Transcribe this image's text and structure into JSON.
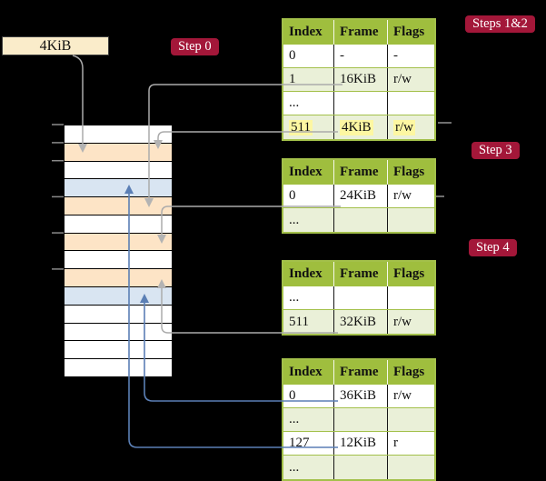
{
  "colors": {
    "page_bg": "#000000",
    "table_header_green": "#9fbe3e",
    "table_row_green": "#eaf0d8",
    "table_border_green": "#a3c04a",
    "frame_orange": "#fde4c6",
    "frame_blue": "#d9e5f2",
    "label_cream": "#faecca",
    "badge_red": "#a31739",
    "line_gray": "#ababab",
    "line_blue": "#5b7fb5",
    "highlight_yellow": "#fdf7a2"
  },
  "frame_label_box": {
    "text": "4KiB"
  },
  "badges": {
    "step0": "Step 0",
    "steps12": "Steps 1&2",
    "step3": "Step 3",
    "step4": "Step 4"
  },
  "page_tables": [
    {
      "name": "page table for steps 1&2",
      "header": [
        "Index",
        "Frame",
        "Flags"
      ],
      "rows": [
        [
          "0",
          "-",
          "-"
        ],
        [
          "1",
          "16KiB",
          "r/w"
        ],
        [
          "...",
          "",
          ""
        ],
        [
          "511",
          "4KiB",
          "r/w"
        ]
      ],
      "highlighted_row": "511"
    },
    {
      "name": "page table for step 3",
      "header": [
        "Index",
        "Frame",
        "Flags"
      ],
      "rows": [
        [
          "0",
          "24KiB",
          "r/w"
        ],
        [
          "...",
          "",
          ""
        ]
      ]
    },
    {
      "name": "page table for step 4",
      "header": [
        "Index",
        "Frame",
        "Flags"
      ],
      "rows": [
        [
          "...",
          "",
          ""
        ],
        [
          "511",
          "32KiB",
          "r/w"
        ]
      ]
    },
    {
      "name": "bottom page table",
      "header": [
        "Index",
        "Frame",
        "Flags"
      ],
      "rows": [
        [
          "0",
          "36KiB",
          "r/w"
        ],
        [
          "...",
          "",
          ""
        ],
        [
          "127",
          "12KiB",
          "r"
        ],
        [
          "...",
          "",
          ""
        ]
      ]
    }
  ],
  "memory": {
    "rows": [
      "row-white",
      "row-orange",
      "row-white",
      "row-blue",
      "row-orange",
      "row-white",
      "row-orange",
      "row-white",
      "row-orange",
      "row-blue",
      "row-white",
      "row-white",
      "row-white",
      "row-white"
    ]
  }
}
